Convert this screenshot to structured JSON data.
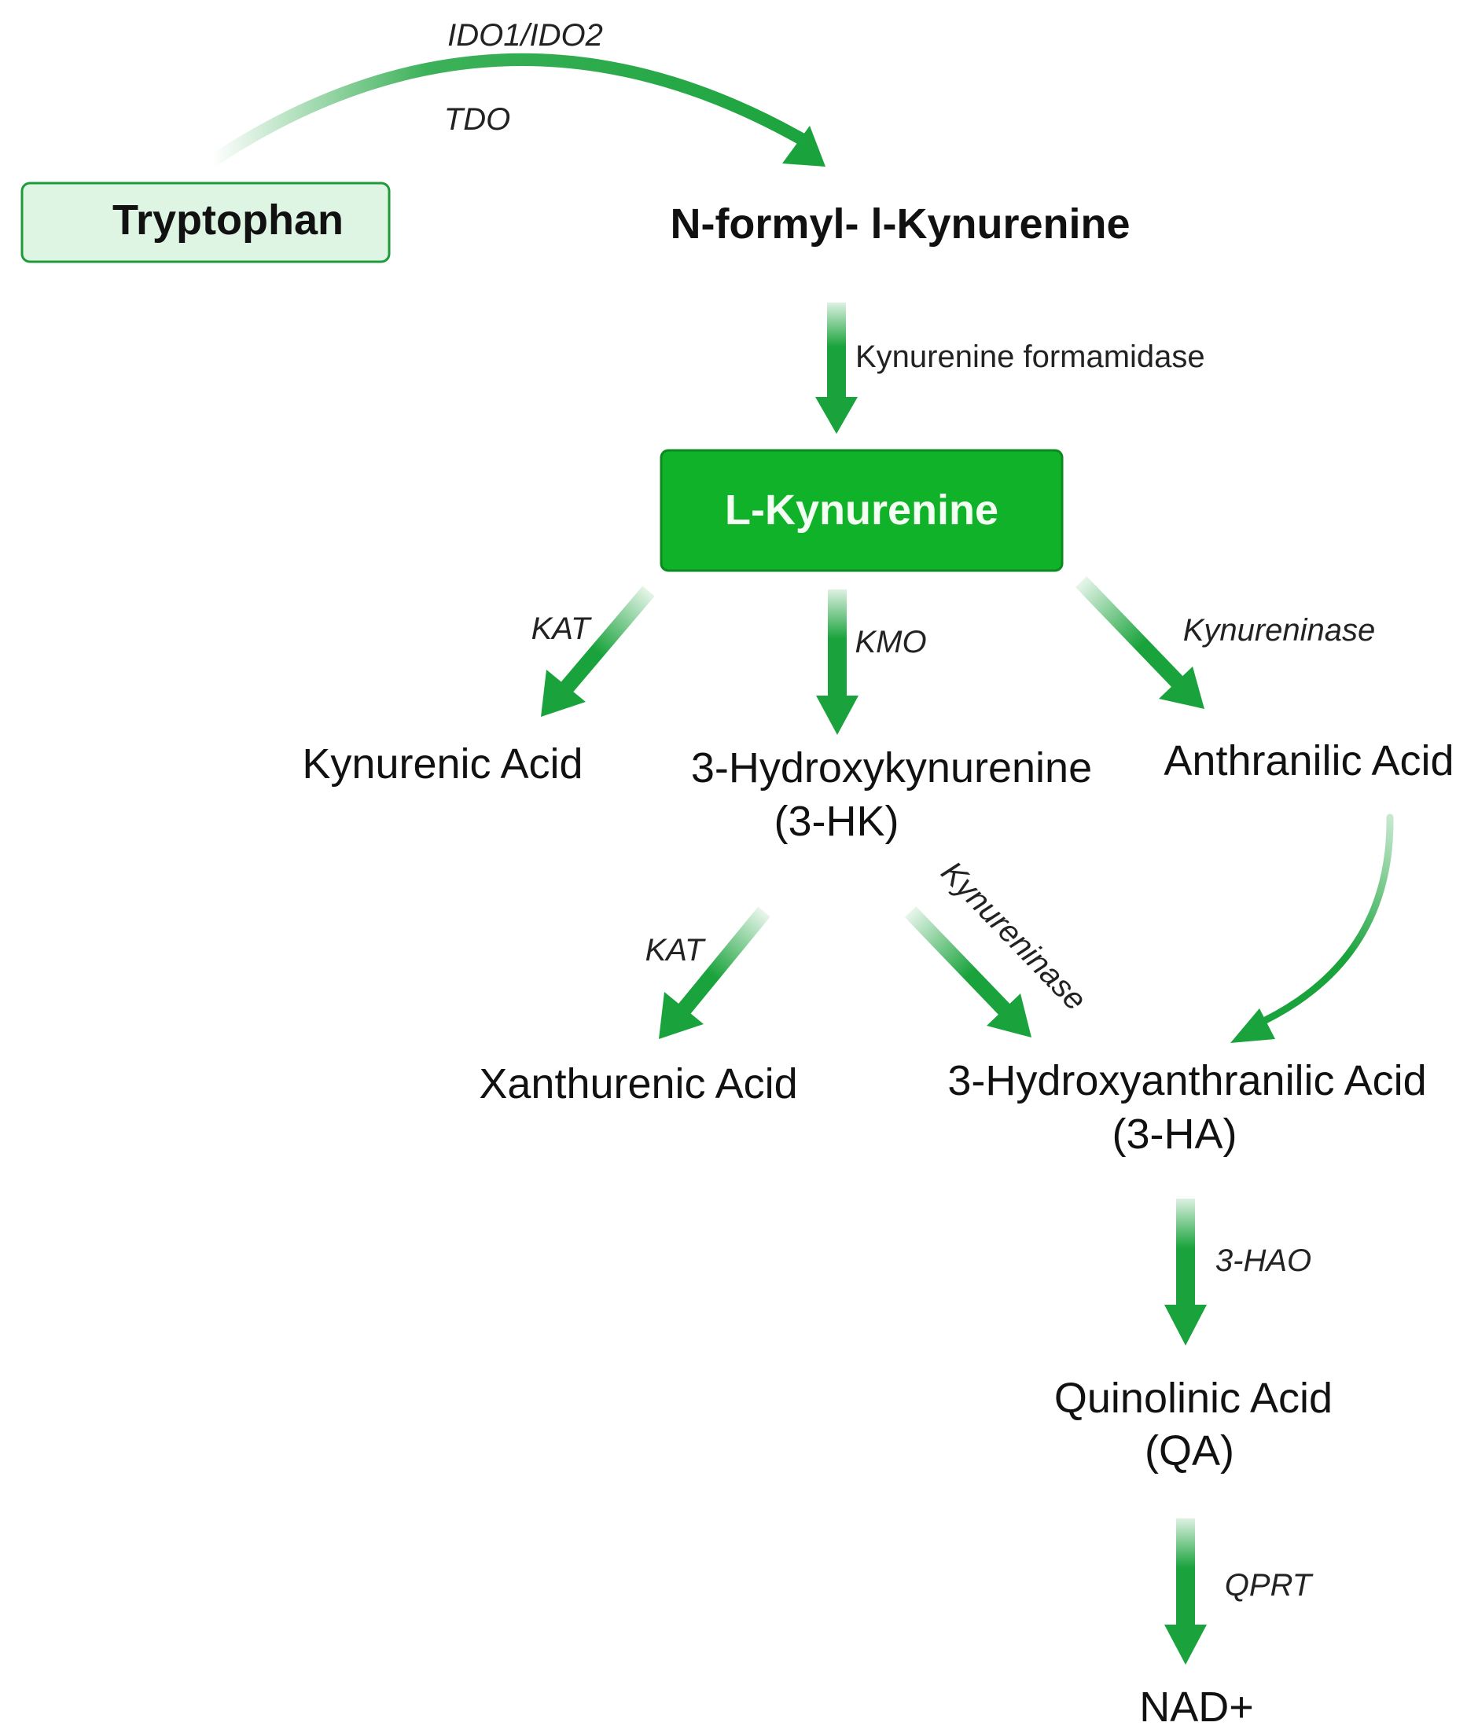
{
  "colors": {
    "arrow_green": "#1aa33c",
    "box_dark_green": "#10b22a",
    "box_light_green": "#dff5e3",
    "box_light_border": "#1f9a3a"
  },
  "nodes": {
    "tryptophan": "Tryptophan",
    "n_formyl_kynurenine": "N-formyl- l-Kynurenine",
    "l_kynurenine": "L-Kynurenine",
    "kynurenic_acid": "Kynurenic Acid",
    "hydroxykynurenine_name": "3-Hydroxykynurenine",
    "hydroxykynurenine_abbr": "(3-HK)",
    "anthranilic_acid": "Anthranilic Acid",
    "xanthurenic_acid": "Xanthurenic Acid",
    "hydroxyanthranilic_name": "3-Hydroxyanthranilic Acid",
    "hydroxyanthranilic_abbr": "(3-HA)",
    "quinolinic_name": "Quinolinic Acid",
    "quinolinic_abbr": "(QA)",
    "nad": "NAD+"
  },
  "enzymes": {
    "ido": "IDO1/IDO2",
    "tdo": "TDO",
    "kynurenine_formamidase": "Kynurenine formamidase",
    "kat_1": "KAT",
    "kmo": "KMO",
    "kynureninase_1": "Kynureninase",
    "kat_2": "KAT",
    "kynureninase_2": "Kynureninase",
    "hao": "3-HAO",
    "qprt": "QPRT"
  }
}
